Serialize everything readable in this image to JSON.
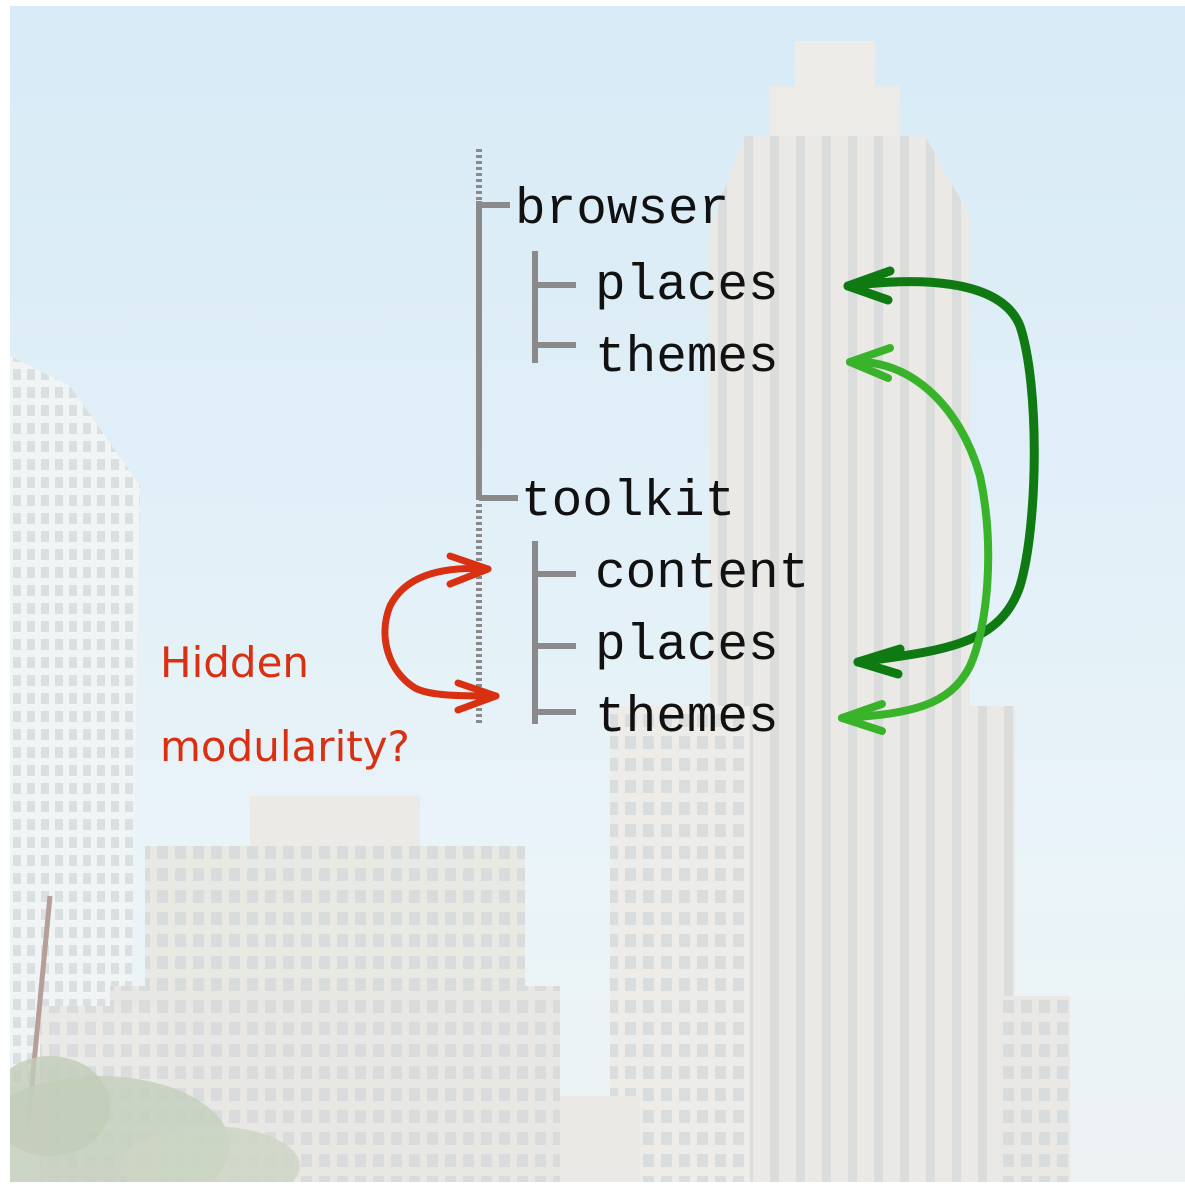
{
  "tree": {
    "browser": {
      "label": "browser",
      "children": [
        "places",
        "themes"
      ]
    },
    "toolkit": {
      "label": "toolkit",
      "children": [
        "content",
        "places",
        "themes"
      ]
    }
  },
  "annotation": {
    "line1": "Hidden",
    "line2": "modularity?",
    "color": "#d83010"
  },
  "arrows": {
    "places_link_color": "#0f7a12",
    "themes_link_color": "#38b32a",
    "hidden_link_color": "#d83010"
  },
  "colors": {
    "tree_lines": "#8a8a8a",
    "sky": "#d6eaf5",
    "buildings": "#e4e3df"
  }
}
